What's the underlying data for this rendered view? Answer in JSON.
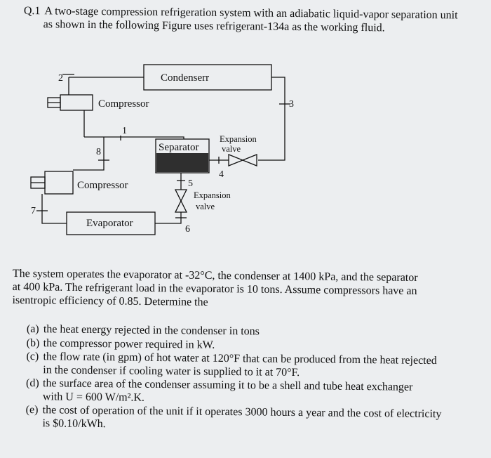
{
  "question": {
    "number": "Q.1",
    "title_line1": "A two-stage compression refrigeration system with an adiabatic liquid-vapor separation unit",
    "title_line2": "as shown in the following Figure uses refrigerant-134a as the working fluid."
  },
  "diagram": {
    "labels": {
      "condenser": "Condenserr",
      "compressor_top": "Compressor",
      "compressor_bottom": "Compressor",
      "separator": "Separator",
      "expansion_valve_top_1": "Expansion",
      "expansion_valve_top_2": "valve",
      "expansion_valve_bottom_1": "Expansion",
      "expansion_valve_bottom_2": "valve",
      "evaporator": "Evaporator"
    },
    "state_points": [
      "1",
      "2",
      "3",
      "4",
      "5",
      "6",
      "7",
      "8"
    ]
  },
  "statement": {
    "line1": "The system operates the evaporator at -32°C, the condenser at 1400 kPa, and the separator",
    "line2": "at 400 kPa. The refrigerant load in the evaporator is 10 tons. Assume compressors have an",
    "line3": "isentropic efficiency of 0.85. Determine the"
  },
  "parts": [
    {
      "label": "(a)",
      "line1": "the heat energy rejected in the condenser in tons",
      "line2": ""
    },
    {
      "label": "(b)",
      "line1": "the compressor power required in kW.",
      "line2": ""
    },
    {
      "label": "(c)",
      "line1": "the flow rate (in gpm) of hot water at 120°F that can be produced from the heat rejected",
      "line2": "in the condenser if cooling water is supplied to it at 70°F."
    },
    {
      "label": "(d)",
      "line1": "the surface area of the condenser assuming it to be a shell and tube heat exchanger",
      "line2": "with U = 600 W/m².K."
    },
    {
      "label": "(e)",
      "line1": "the cost of operation of the unit if it operates 3000 hours a year and the cost of electricity",
      "line2": "is $0.10/kWh."
    }
  ]
}
